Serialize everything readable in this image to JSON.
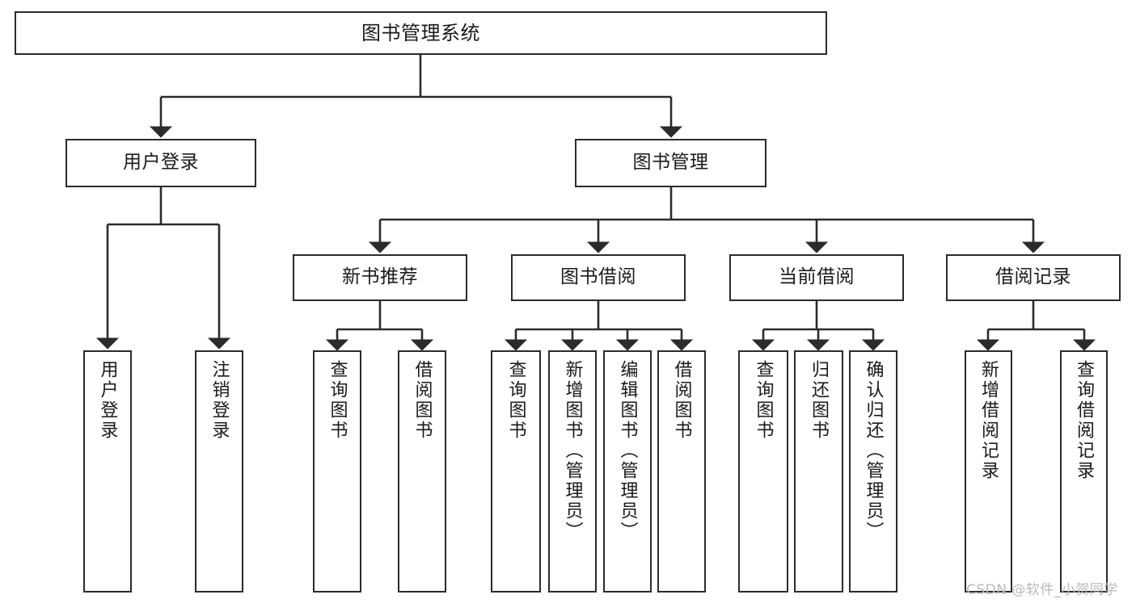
{
  "diagram": {
    "title": "图书管理系统",
    "type": "tree-hierarchy-diagram",
    "watermark": "CSDN @软件_小贺同学",
    "colors": {
      "box_border": "#2b2b2b",
      "box_fill": "#ffffff",
      "edge": "#2b2b2b",
      "text": "#1a1a1a",
      "watermark": "#b9b9b9",
      "background": "#ffffff"
    },
    "nodes": {
      "root": {
        "label": "图书管理系统"
      },
      "level2": [
        {
          "id": "user-login",
          "label": "用户登录"
        },
        {
          "id": "book-management",
          "label": "图书管理"
        }
      ],
      "level3": [
        {
          "id": "new-book-recommend",
          "label": "新书推荐"
        },
        {
          "id": "book-borrow",
          "label": "图书借阅"
        },
        {
          "id": "current-borrow",
          "label": "当前借阅"
        },
        {
          "id": "borrow-record",
          "label": "借阅记录"
        }
      ],
      "leaves": {
        "user_login": [
          {
            "id": "leaf-user-login",
            "label": "用户登录"
          },
          {
            "id": "leaf-logout-login",
            "label": "注销登录"
          }
        ],
        "new_book_recommend": [
          {
            "id": "leaf-query-book-1",
            "label": "查询图书"
          },
          {
            "id": "leaf-borrow-book-1",
            "label": "借阅图书"
          }
        ],
        "book_borrow": [
          {
            "id": "leaf-query-book-2",
            "label": "查询图书"
          },
          {
            "id": "leaf-add-book",
            "label": "新增图书（管理员）"
          },
          {
            "id": "leaf-edit-book",
            "label": "编辑图书（管理员）"
          },
          {
            "id": "leaf-borrow-book-2",
            "label": "借阅图书"
          }
        ],
        "current_borrow": [
          {
            "id": "leaf-query-book-3",
            "label": "查询图书"
          },
          {
            "id": "leaf-return-book",
            "label": "归还图书"
          },
          {
            "id": "leaf-confirm-return",
            "label": "确认归还（管理员）"
          }
        ],
        "borrow_record": [
          {
            "id": "leaf-add-borrow-record",
            "label": "新增借阅记录"
          },
          {
            "id": "leaf-query-borrow-record",
            "label": "查询借阅记录"
          }
        ]
      }
    }
  }
}
